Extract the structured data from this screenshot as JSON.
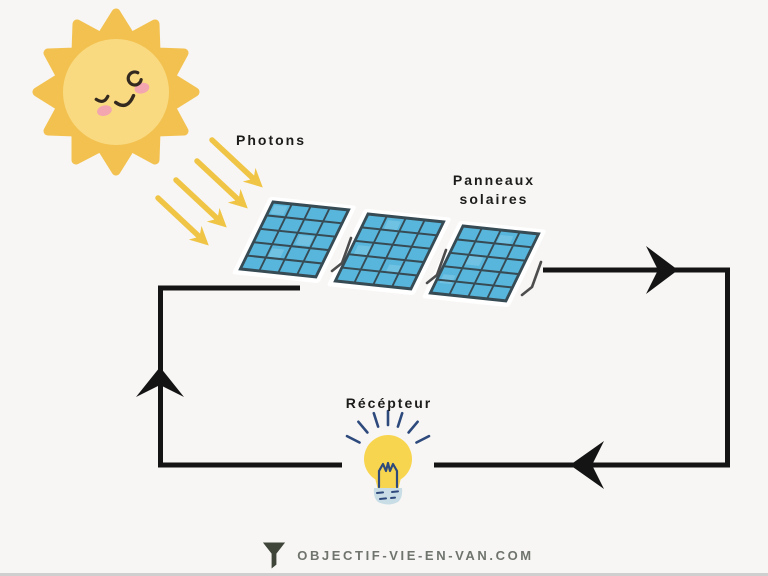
{
  "labels": {
    "photons": "Photons",
    "panneaux": "Panneaux\nsolaires",
    "recepteur": "Récépteur"
  },
  "watermark": {
    "site": "OBJECTIF-VIE-EN-VAN.COM",
    "icon": "funnel-icon"
  },
  "diagram": {
    "type": "solar-panel-energy-flow",
    "sun": "smiling sun emitting photons",
    "photon_arrow_count": 4,
    "solar_panel_count": 3,
    "flow": "sun → photons → panneaux solaires → wire right → down → left through récépteur (bulb) → up left side → back to panels"
  },
  "colors": {
    "background": "#f7f6f4",
    "sun_rays": "#f3c14f",
    "sun_core": "#f9da81",
    "sun_cheeks": "#f2a0b4",
    "photon_arrow": "#f0c445",
    "panel_cell": "#58b6dc",
    "panel_grid": "#374b55",
    "wire": "#141414",
    "bulb_glass": "#f8d54f",
    "bulb_base": "#c9dde6",
    "bulb_detail": "#2e4a7d",
    "watermark_text": "#6f746d",
    "watermark_icon": "#3f4539"
  }
}
